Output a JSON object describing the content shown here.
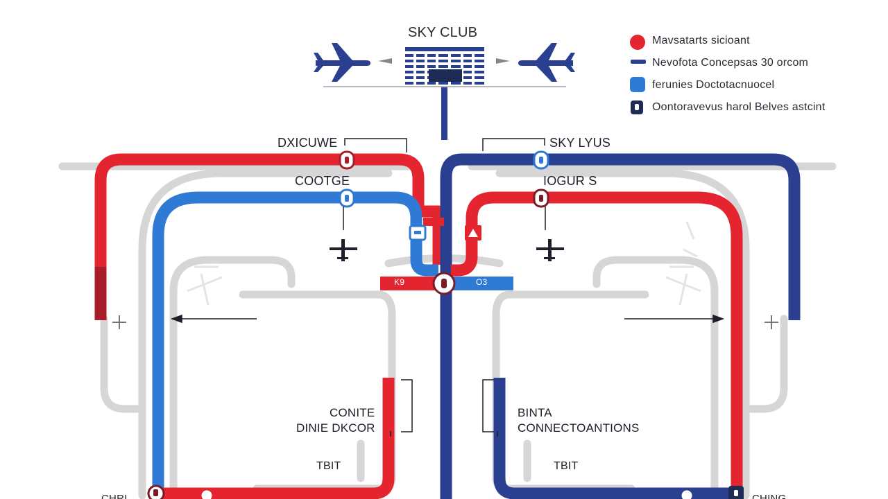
{
  "diagram": {
    "title": "SKY CLUB",
    "legend": [
      {
        "label": "Mavsatarts sicioant",
        "icon": "red-circle-icon",
        "color": "#e4242f"
      },
      {
        "label": "Nevofota Concepsas 30 orcom",
        "icon": "navy-line-icon",
        "color": "#2a3f8f"
      },
      {
        "label": "ferunies Doctotacnuocel",
        "icon": "blue-square-icon",
        "color": "#2f7ad4"
      },
      {
        "label": "Oontoravevus harol Belves astcint",
        "icon": "lock-icon",
        "color": "#1e2b55"
      }
    ],
    "labels": {
      "exchange": "DXICUWE",
      "skylinks": "SKY LYUS",
      "coffee": "COOTGE",
      "lounges": "IOGUR S",
      "node_k9": "K9",
      "node_o3": "O3",
      "conite": "CONITE",
      "dine": "DINIE DKCOR",
      "binta": "BINTA",
      "connections": "CONNECTOANTIONS",
      "tbit_left": "TBIT",
      "tbit_right": "TBIT",
      "corner_left": "CHRI",
      "corner_right": "CHING"
    },
    "colors": {
      "red_route": "#e4242f",
      "dark_red_route": "#a81d2a",
      "blue_route": "#2f7ad4",
      "navy_route": "#2a3f8f",
      "corridor": "#d6d6d6",
      "plane": "#2a3f8f"
    }
  }
}
